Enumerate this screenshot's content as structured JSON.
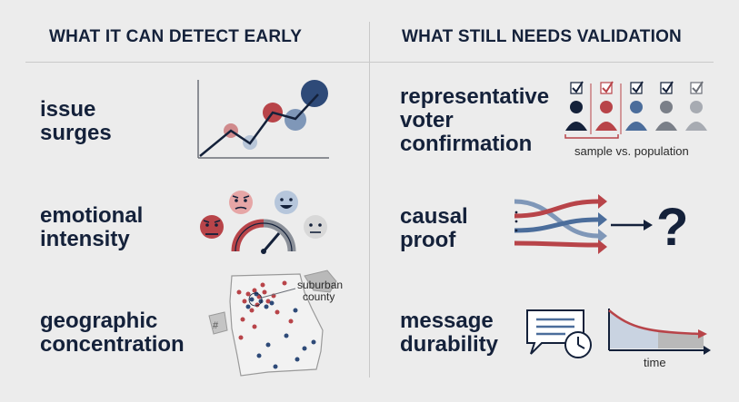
{
  "headers": {
    "left": "WHAT IT CAN DETECT EARLY",
    "right": "WHAT STILL NEEDS VALIDATION"
  },
  "left_items": [
    {
      "line1": "issue",
      "line2": "surges",
      "icon": "line-trend-icon"
    },
    {
      "line1": "emotional",
      "line2": "intensity",
      "icon": "emotion-gauge-icon"
    },
    {
      "line1": "geographic",
      "line2": "concentration",
      "icon": "state-map-icon"
    }
  ],
  "right_items": [
    {
      "line1": "representative",
      "line2": "voter",
      "line3": "confirmation",
      "icon": "voter-sample-icon"
    },
    {
      "line1": "causal",
      "line2": "proof",
      "icon": "causal-arrows-question-icon"
    },
    {
      "line1": "message",
      "line2": "durability",
      "icon": "message-decay-icon"
    }
  ],
  "annotations": {
    "sample_vs_population": "sample vs. population",
    "suburban": "suburban",
    "county": "county",
    "time": "time",
    "hash": "#",
    "question": "?"
  },
  "colors": {
    "navy": "#14213a",
    "red": "#b84449",
    "blue": "#4b6d9b",
    "gray": "#8a8f98",
    "background": "#ececec"
  }
}
